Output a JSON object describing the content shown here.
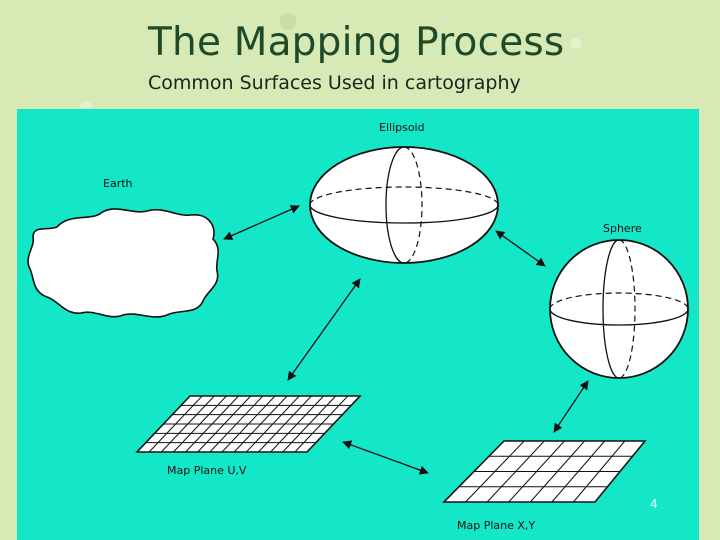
{
  "slide": {
    "title": "The Mapping Process",
    "subtitle": "Common Surfaces Used in cartography",
    "page_number": "4"
  },
  "diagram": {
    "labels": {
      "earth": "Earth",
      "ellipsoid": "Ellipsoid",
      "sphere": "Sphere",
      "map_plane_uv": "Map Plane U,V",
      "map_plane_xy": "Map Plane X,Y"
    },
    "colors": {
      "panel": "#14e6c8",
      "shape_fill": "#ffffff",
      "stroke": "#111111"
    }
  }
}
